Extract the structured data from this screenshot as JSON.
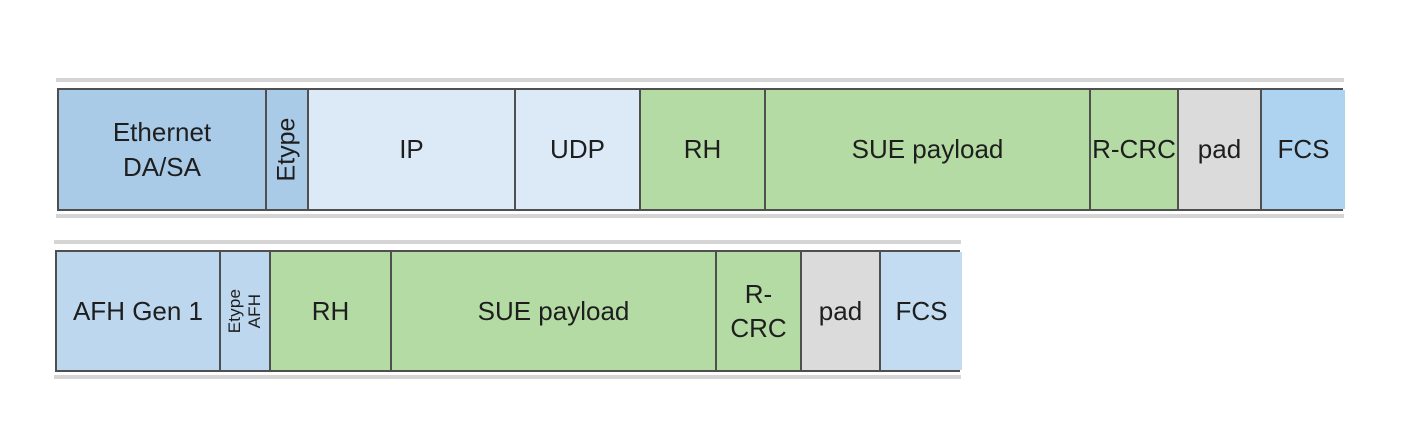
{
  "diagram": {
    "description": "Frame format comparison diagram",
    "colors": {
      "blue_medium": "#a9cbe8",
      "blue_light": "#dceaf7",
      "blue_fcs_top": "#aed3f0",
      "blue_row2": "#bcd7ee",
      "blue_fcs_bottom": "#c3dcf2",
      "green": "#b4dba3",
      "grey_pad": "#dbdbdb",
      "border": "#4f4f4f"
    },
    "rows": [
      {
        "name": "Ethernet frame",
        "segments": [
          {
            "id": "ethernet-da-sa",
            "label": "Ethernet DA/SA",
            "label_line1": "Ethernet",
            "label_line2": "DA/SA",
            "color": "#a9cbe8",
            "orientation": "horizontal"
          },
          {
            "id": "etype",
            "label": "Etype",
            "color": "#a9cbe8",
            "orientation": "vertical"
          },
          {
            "id": "ip",
            "label": "IP",
            "color": "#dceaf7",
            "orientation": "horizontal"
          },
          {
            "id": "udp",
            "label": "UDP",
            "color": "#dceaf7",
            "orientation": "horizontal"
          },
          {
            "id": "rh",
            "label": "RH",
            "color": "#b4dba3",
            "orientation": "horizontal"
          },
          {
            "id": "sue-payload",
            "label": "SUE payload",
            "color": "#b4dba3",
            "orientation": "horizontal"
          },
          {
            "id": "r-crc",
            "label": "R-CRC",
            "color": "#b4dba3",
            "orientation": "horizontal"
          },
          {
            "id": "pad",
            "label": "pad",
            "color": "#dbdbdb",
            "orientation": "horizontal"
          },
          {
            "id": "fcs",
            "label": "FCS",
            "color": "#aed3f0",
            "orientation": "horizontal"
          }
        ]
      },
      {
        "name": "AFH Gen 1 frame",
        "segments": [
          {
            "id": "afh-gen-1",
            "label": "AFH Gen 1",
            "color": "#bcd7ee",
            "orientation": "horizontal"
          },
          {
            "id": "etype-afh",
            "label": "Etype AFH",
            "label_line1": "Etype",
            "label_line2": "AFH",
            "color": "#bcd7ee",
            "orientation": "vertical"
          },
          {
            "id": "rh",
            "label": "RH",
            "color": "#b4dba3",
            "orientation": "horizontal"
          },
          {
            "id": "sue-payload",
            "label": "SUE payload",
            "color": "#b4dba3",
            "orientation": "horizontal"
          },
          {
            "id": "r-crc",
            "label": "R-CRC",
            "color": "#b4dba3",
            "orientation": "horizontal"
          },
          {
            "id": "pad",
            "label": "pad",
            "color": "#dbdbdb",
            "orientation": "horizontal"
          },
          {
            "id": "fcs",
            "label": "FCS",
            "color": "#c3dcf2",
            "orientation": "horizontal"
          }
        ]
      }
    ]
  }
}
